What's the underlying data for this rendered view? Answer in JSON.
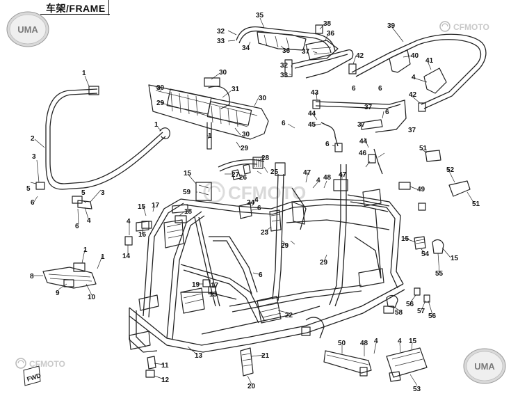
{
  "title": "车架/FRAME",
  "logos": {
    "uma_top_left": "UMA",
    "uma_bottom_right": "UMA",
    "cfmoto_top_right": "CFMOTO",
    "cfmoto_bottom_left": "CFMOTO",
    "cfmoto_center": "CFMOTO",
    "fwd_badge": "FWD"
  },
  "callouts": [
    {
      "id": "c1a",
      "label": "1"
    },
    {
      "id": "c2",
      "label": "2"
    },
    {
      "id": "c3a",
      "label": "3"
    },
    {
      "id": "c5a",
      "label": "5"
    },
    {
      "id": "c6a",
      "label": "6"
    },
    {
      "id": "c1b",
      "label": "1"
    },
    {
      "id": "c3b",
      "label": "3"
    },
    {
      "id": "c5b",
      "label": "5"
    },
    {
      "id": "c4a",
      "label": "4"
    },
    {
      "id": "c6b",
      "label": "6"
    },
    {
      "id": "c30a",
      "label": "30"
    },
    {
      "id": "c30b",
      "label": "30"
    },
    {
      "id": "c29a",
      "label": "29"
    },
    {
      "id": "c31",
      "label": "31"
    },
    {
      "id": "c30c",
      "label": "30"
    },
    {
      "id": "c30d",
      "label": "30"
    },
    {
      "id": "c1c",
      "label": "1"
    },
    {
      "id": "c29b",
      "label": "29"
    },
    {
      "id": "c35",
      "label": "35"
    },
    {
      "id": "c38",
      "label": "38"
    },
    {
      "id": "c32a",
      "label": "32"
    },
    {
      "id": "c33a",
      "label": "33"
    },
    {
      "id": "c34",
      "label": "34"
    },
    {
      "id": "c36a",
      "label": "36"
    },
    {
      "id": "c36b",
      "label": "36"
    },
    {
      "id": "c37a",
      "label": "37"
    },
    {
      "id": "c32b",
      "label": "32"
    },
    {
      "id": "c33b",
      "label": "33"
    },
    {
      "id": "c39",
      "label": "39"
    },
    {
      "id": "c42a",
      "label": "42"
    },
    {
      "id": "c40",
      "label": "40"
    },
    {
      "id": "c41",
      "label": "41"
    },
    {
      "id": "c4b",
      "label": "4"
    },
    {
      "id": "c6c",
      "label": "6"
    },
    {
      "id": "c6d",
      "label": "6"
    },
    {
      "id": "c42b",
      "label": "42"
    },
    {
      "id": "c43",
      "label": "43"
    },
    {
      "id": "c37b",
      "label": "37"
    },
    {
      "id": "c6e",
      "label": "6"
    },
    {
      "id": "c44a",
      "label": "44"
    },
    {
      "id": "c45",
      "label": "45"
    },
    {
      "id": "c6f",
      "label": "6"
    },
    {
      "id": "c37c",
      "label": "37"
    },
    {
      "id": "c37d",
      "label": "37"
    },
    {
      "id": "c44b",
      "label": "44"
    },
    {
      "id": "c6g",
      "label": "6"
    },
    {
      "id": "c46",
      "label": "46"
    },
    {
      "id": "c28",
      "label": "28"
    },
    {
      "id": "c27",
      "label": "27"
    },
    {
      "id": "c26",
      "label": "26"
    },
    {
      "id": "c25",
      "label": "25"
    },
    {
      "id": "c15a",
      "label": "15"
    },
    {
      "id": "c59",
      "label": "59"
    },
    {
      "id": "c47a",
      "label": "47"
    },
    {
      "id": "c4c",
      "label": "4"
    },
    {
      "id": "c48a",
      "label": "48"
    },
    {
      "id": "c47b",
      "label": "47"
    },
    {
      "id": "c51a",
      "label": "51"
    },
    {
      "id": "c52",
      "label": "52"
    },
    {
      "id": "c49",
      "label": "49"
    },
    {
      "id": "c51b",
      "label": "51"
    },
    {
      "id": "c15b",
      "label": "15"
    },
    {
      "id": "c17a",
      "label": "17"
    },
    {
      "id": "c18",
      "label": "18"
    },
    {
      "id": "c16",
      "label": "16"
    },
    {
      "id": "c14",
      "label": "14"
    },
    {
      "id": "c4d",
      "label": "4"
    },
    {
      "id": "c24",
      "label": "24"
    },
    {
      "id": "c4e",
      "label": "4"
    },
    {
      "id": "c6h",
      "label": "6"
    },
    {
      "id": "c23",
      "label": "23"
    },
    {
      "id": "c29c",
      "label": "29"
    },
    {
      "id": "c29d",
      "label": "29"
    },
    {
      "id": "c15c",
      "label": "15"
    },
    {
      "id": "c54",
      "label": "54"
    },
    {
      "id": "c55",
      "label": "55"
    },
    {
      "id": "c15d",
      "label": "15"
    },
    {
      "id": "c1d",
      "label": "1"
    },
    {
      "id": "c8",
      "label": "8"
    },
    {
      "id": "c9",
      "label": "9"
    },
    {
      "id": "c10",
      "label": "10"
    },
    {
      "id": "c1e",
      "label": "1"
    },
    {
      "id": "c6i",
      "label": "6"
    },
    {
      "id": "c19",
      "label": "19"
    },
    {
      "id": "c17b",
      "label": "17"
    },
    {
      "id": "c15e",
      "label": "15"
    },
    {
      "id": "c22",
      "label": "22"
    },
    {
      "id": "c58",
      "label": "58"
    },
    {
      "id": "c56a",
      "label": "56"
    },
    {
      "id": "c57",
      "label": "57"
    },
    {
      "id": "c56b",
      "label": "56"
    },
    {
      "id": "c13",
      "label": "13"
    },
    {
      "id": "c11",
      "label": "11"
    },
    {
      "id": "c12",
      "label": "12"
    },
    {
      "id": "c21",
      "label": "21"
    },
    {
      "id": "c20",
      "label": "20"
    },
    {
      "id": "c50",
      "label": "50"
    },
    {
      "id": "c48b",
      "label": "48"
    },
    {
      "id": "c4f",
      "label": "4"
    },
    {
      "id": "c4g",
      "label": "4"
    },
    {
      "id": "c15f",
      "label": "15"
    },
    {
      "id": "c53",
      "label": "53"
    }
  ]
}
